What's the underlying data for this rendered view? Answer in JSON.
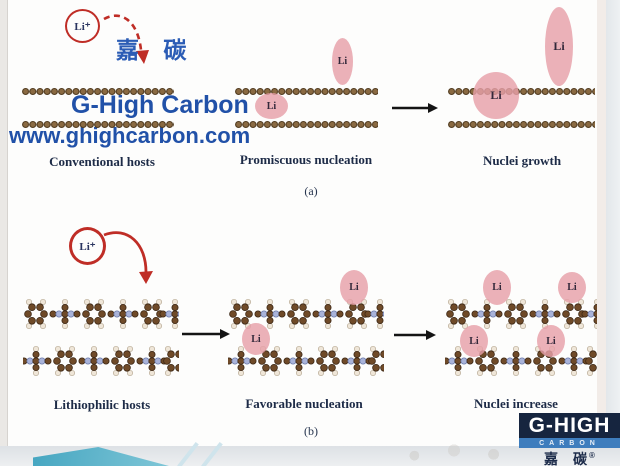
{
  "watermarks": {
    "ion_label": "Li⁺",
    "brand_cn": "嘉 碳",
    "brand_en": "G-High Carbon",
    "brand_url": "www.ghighcarbon.com"
  },
  "li_label": "Li",
  "figure": {
    "row_a": {
      "tag": "(a)",
      "panel1_label": "Conventional hosts",
      "panel2_label": "Promiscuous nucleation",
      "panel3_label": "Nuclei growth"
    },
    "row_b": {
      "tag": "(b)",
      "panel1_label": "Lithiophilic hosts",
      "panel2_label": "Favorable nucleation",
      "panel3_label": "Nuclei increase"
    }
  },
  "logo": {
    "title": "G-HIGH",
    "subtitle": "CARBON",
    "cn": "嘉碳",
    "registered": "®"
  },
  "colors": {
    "nucleus_pink": "#e7a1a9",
    "accent_red": "#bf2d26",
    "watermark_blue": "#2151a8",
    "label_navy": "#1d2b47",
    "logo_navy": "#16253f",
    "logo_blue": "#3e7dbd"
  }
}
